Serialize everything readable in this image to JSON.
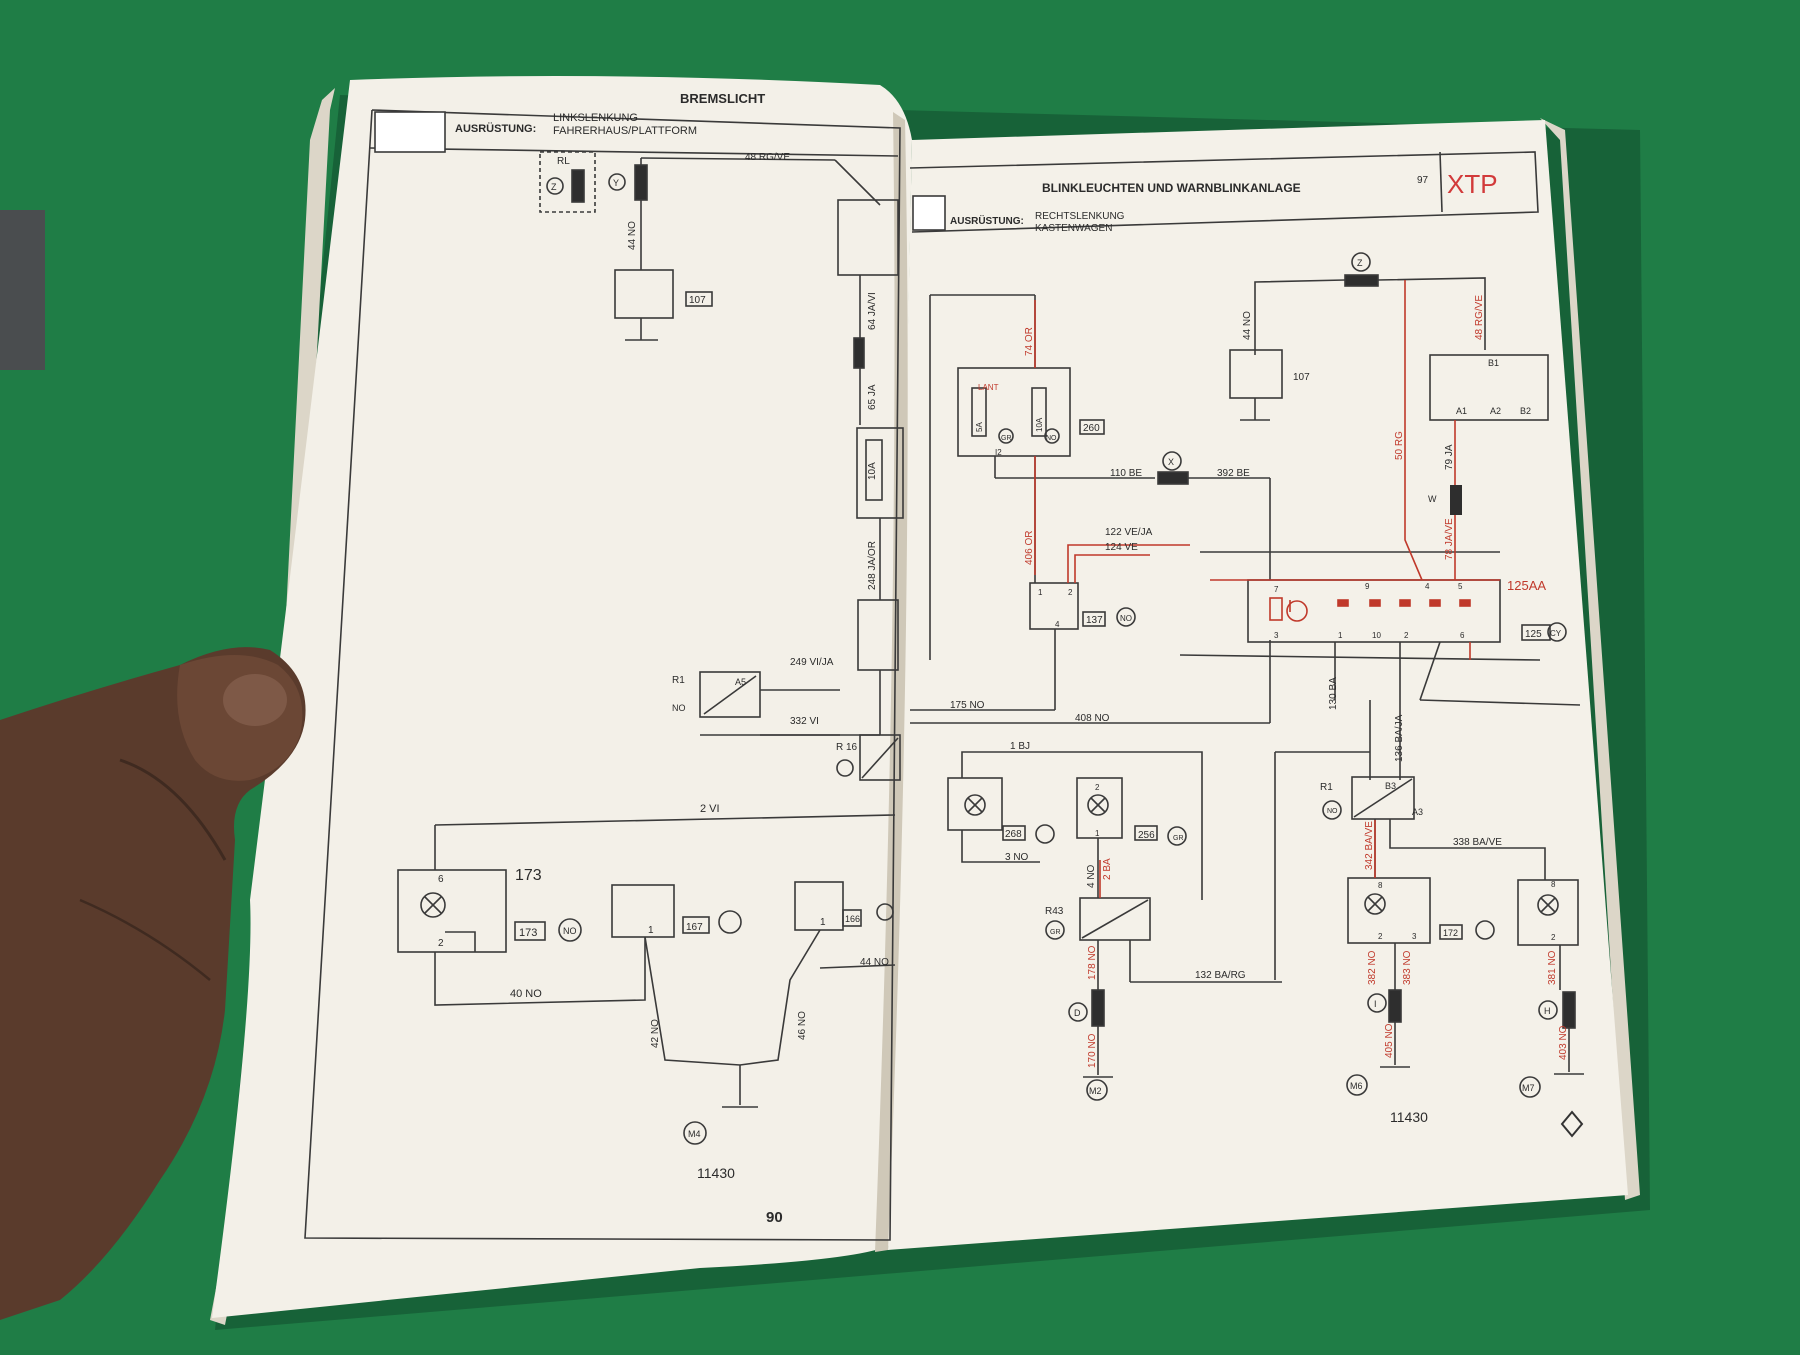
{
  "left_page": {
    "title": "BREMSLICHT",
    "equipment_label": "AUSRÜSTUNG:",
    "equipment_line1": "LINKSLENKUNG",
    "equipment_line2": "FAHRERHAUS/PLATTFORM",
    "doc_number": "11430",
    "page_number": "90",
    "labels": {
      "rl": "RL",
      "z": "Z",
      "y": "Y",
      "w48": "48 RG/VE",
      "w44": "44 NO",
      "c107": "107",
      "w64": "64 JA/VI",
      "w65": "65 JA",
      "fuse10a": "10A",
      "w248": "248 JA/OR",
      "r1": "R1",
      "no": "NO",
      "a5": "A5",
      "w249": "249 VI/JA",
      "w332": "332 VI",
      "r16": "R 16",
      "w2": "2 VI",
      "c173": "173",
      "p6": "6",
      "p2": "2",
      "box173": "173",
      "p1": "1",
      "c167": "167",
      "c166": "166",
      "w40": "40 NO",
      "w42": "42 NO",
      "w46": "46 NO",
      "w44b": "44 NO",
      "m4": "M4"
    }
  },
  "right_page": {
    "title": "BLINKLEUCHTEN UND WARNBLINKANLAGE",
    "page_ref": "97",
    "badge": "XTP",
    "equipment_label": "AUSRÜSTUNG:",
    "equipment_line1": "RECHTSLENKUNG",
    "equipment_line2": "KASTENWAGEN",
    "doc_number": "11430",
    "labels": {
      "z": "Z",
      "w44": "44 NO",
      "c107": "107",
      "w48": "48 RG/VE",
      "b1": "B1",
      "a1": "A1",
      "a2": "A2",
      "b2": "B2",
      "w74": "74 OR",
      "lant": "LANT",
      "f5a": "5A",
      "f10a": "10A",
      "gr": "GR",
      "no": "NO",
      "c260": "260",
      "i2": "I2",
      "x": "X",
      "w110": "110 BE",
      "w392": "392 BE",
      "w50": "50 RG",
      "w79": "79 JA",
      "w": "W",
      "w78": "78 JA/VE",
      "w406": "406 OR",
      "w122": "122 VE/JA",
      "w124": "124 VE",
      "c137": "137",
      "p1": "1",
      "p2": "2",
      "p4": "4",
      "r7": "7",
      "r9": "9",
      "r4": "4",
      "r5": "5",
      "r3": "3",
      "r1": "1",
      "r10": "10",
      "r2": "2",
      "r6": "6",
      "c125aa": "125AA",
      "c125": "125",
      "cy": "CY",
      "w175": "175 NO",
      "w408": "408 NO",
      "w130": "130 BA",
      "w136": "136 BA/JA",
      "w1": "1 BJ",
      "w3": "3 NO",
      "c268": "268",
      "c256": "256",
      "l2": "2",
      "l1": "1",
      "r1b": "R1",
      "b3": "B3",
      "a3": "A3",
      "w342": "342 BA/VE",
      "w338": "338 BA/VE",
      "r43": "R43",
      "w4": "4 NO",
      "w2ba": "2 BA",
      "w132": "132 BA/RG",
      "w178": "178 NO",
      "d": "D",
      "w170": "170 NO",
      "m2": "M2",
      "c172": "172",
      "l8": "8",
      "l3": "3",
      "w382": "382 NO",
      "w383": "383 NO",
      "i": "I",
      "w405": "405 NO",
      "m6": "M6",
      "w381": "381 NO",
      "h": "H",
      "w403": "403 NO",
      "m7": "M7"
    }
  },
  "colors": {
    "background": "#1e7a45",
    "paper": "#f3f0e8",
    "ink": "#3a3a3a",
    "red_wire": "#c0392b",
    "badge_red": "#d23a3a",
    "skin": "#5a3b2c"
  }
}
